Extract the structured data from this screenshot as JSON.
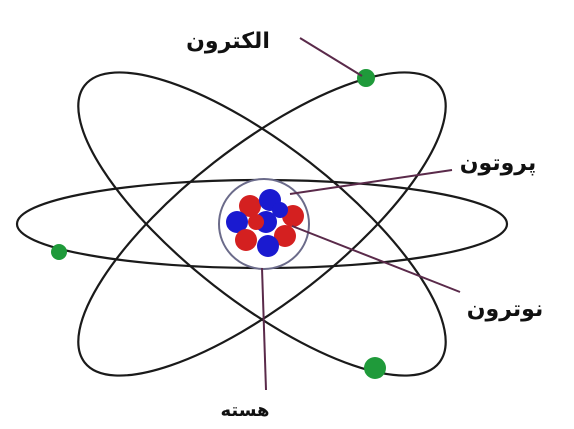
{
  "labels": {
    "electron": "الکترون",
    "proton": "پروتون",
    "neutron": "نوترون",
    "nucleus": "هسته"
  },
  "colors": {
    "orbit": "#1a1a1a",
    "electron": "#1f9a3a",
    "proton": "#d42020",
    "neutron": "#1a1ad0",
    "leader": "#5a2a4a",
    "nucleus_boundary": "#6b6b8a"
  },
  "particles": {
    "electron_count": 3,
    "nucleus_particle_count": 10
  }
}
